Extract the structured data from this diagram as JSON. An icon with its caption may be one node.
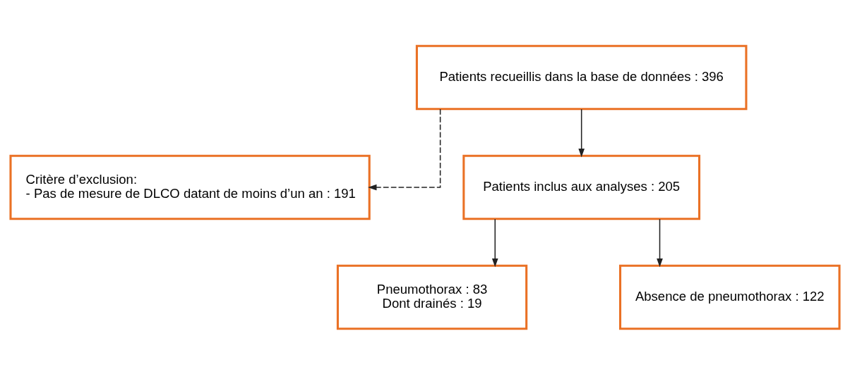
{
  "diagram": {
    "nodes": [
      {
        "text": [
          "Patients recueillis dans la base de données : 396"
        ]
      },
      {
        "text": [
          "Critère d’exclusion:",
          "- Pas de mesure de DLCO datant de moins d’un an : 191"
        ]
      },
      {
        "text": [
          "Patients inclus aux analyses : 205"
        ]
      },
      {
        "text": [
          "Pneumothorax : 83",
          "Dont drainés : 19"
        ]
      },
      {
        "text": [
          "Absence de pneumothorax : 122"
        ]
      }
    ],
    "edges": [
      {
        "from": 0,
        "to": 2,
        "arrow": "to"
      },
      {
        "from": 0,
        "to": 1,
        "arrow": "to",
        "style": "dashed"
      },
      {
        "from": 2,
        "to": 3,
        "arrow": "to"
      },
      {
        "from": 2,
        "to": 4,
        "arrow": "to"
      }
    ]
  }
}
